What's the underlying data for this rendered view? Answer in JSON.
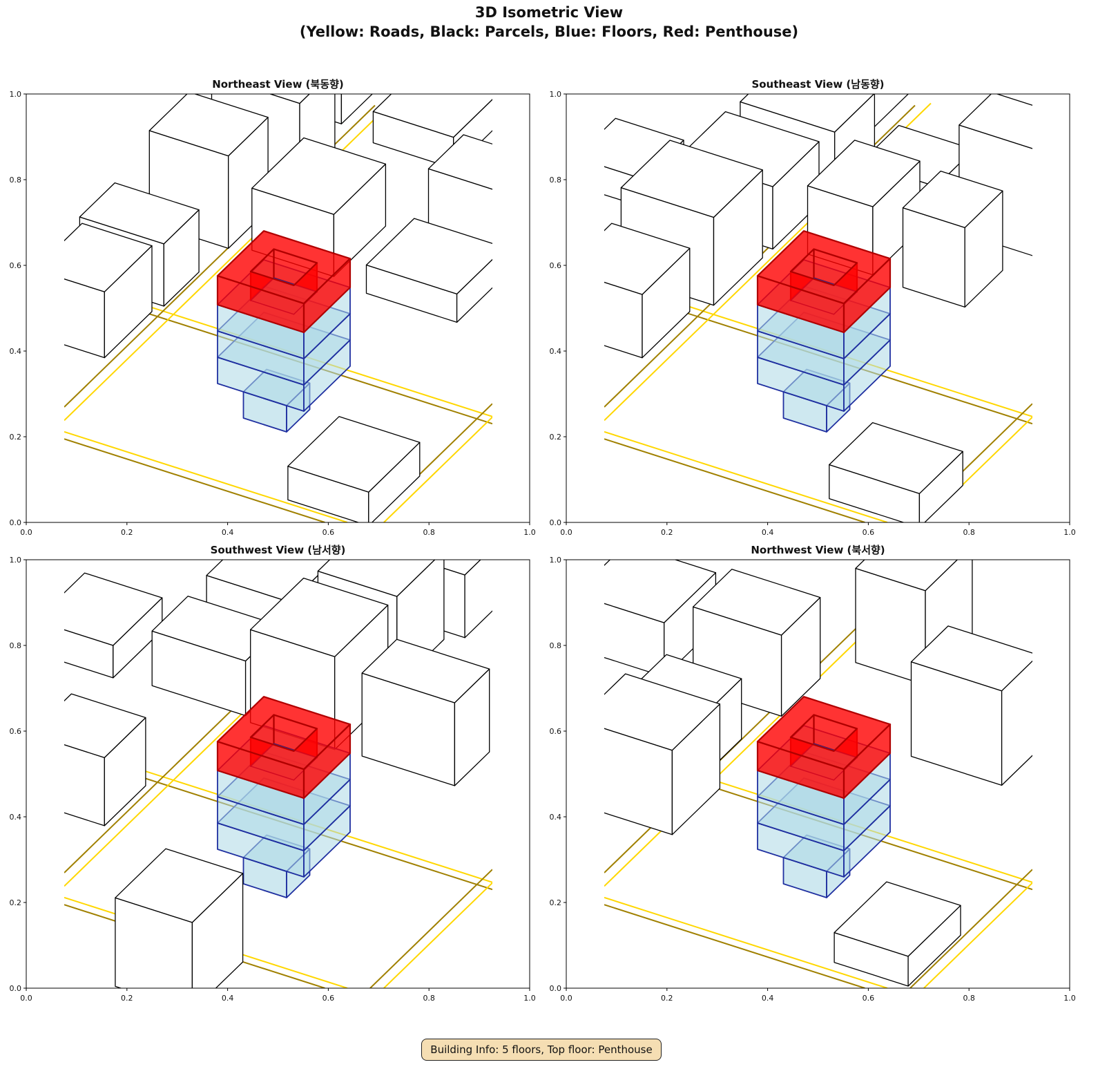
{
  "figure": {
    "title_line1": "3D Isometric View",
    "title_line2": "(Yellow: Roads, Black: Parcels, Blue: Floors, Red: Penthouse)",
    "info_box": "Building Info: 5 floors, Top floor: Penthouse"
  },
  "colors": {
    "road": "#ffd700",
    "parcel": "#000000",
    "floor_fill": "#add8e6",
    "floor_edge": "#1f2fa0",
    "penthouse": "#ff0000",
    "info_bg": "#f5deb3"
  },
  "chart_data": [
    {
      "type": "3d-isometric",
      "title": "Northeast View (북동향)",
      "xlim": [
        0,
        1
      ],
      "ylim": [
        0,
        1
      ],
      "x_ticks": [
        "0.0",
        "0.2",
        "0.4",
        "0.6",
        "0.8",
        "1.0"
      ],
      "y_ticks": [
        "0.0",
        "0.2",
        "0.4",
        "0.6",
        "0.8",
        "1.0"
      ],
      "floors": 5,
      "top_floor": "Penthouse"
    },
    {
      "type": "3d-isometric",
      "title": "Southeast View (남동향)",
      "xlim": [
        0,
        1
      ],
      "ylim": [
        0,
        1
      ],
      "x_ticks": [
        "0.0",
        "0.2",
        "0.4",
        "0.6",
        "0.8",
        "1.0"
      ],
      "y_ticks": [
        "0.0",
        "0.2",
        "0.4",
        "0.6",
        "0.8",
        "1.0"
      ],
      "floors": 5,
      "top_floor": "Penthouse"
    },
    {
      "type": "3d-isometric",
      "title": "Southwest View (남서향)",
      "xlim": [
        0,
        1
      ],
      "ylim": [
        0,
        1
      ],
      "x_ticks": [
        "0.0",
        "0.2",
        "0.4",
        "0.6",
        "0.8",
        "1.0"
      ],
      "y_ticks": [
        "0.0",
        "0.2",
        "0.4",
        "0.6",
        "0.8",
        "1.0"
      ],
      "floors": 5,
      "top_floor": "Penthouse"
    },
    {
      "type": "3d-isometric",
      "title": "Northwest View (북서향)",
      "xlim": [
        0,
        1
      ],
      "ylim": [
        0,
        1
      ],
      "x_ticks": [
        "0.0",
        "0.2",
        "0.4",
        "0.6",
        "0.8",
        "1.0"
      ],
      "y_ticks": [
        "0.0",
        "0.2",
        "0.4",
        "0.6",
        "0.8",
        "1.0"
      ],
      "floors": 5,
      "top_floor": "Penthouse"
    }
  ]
}
